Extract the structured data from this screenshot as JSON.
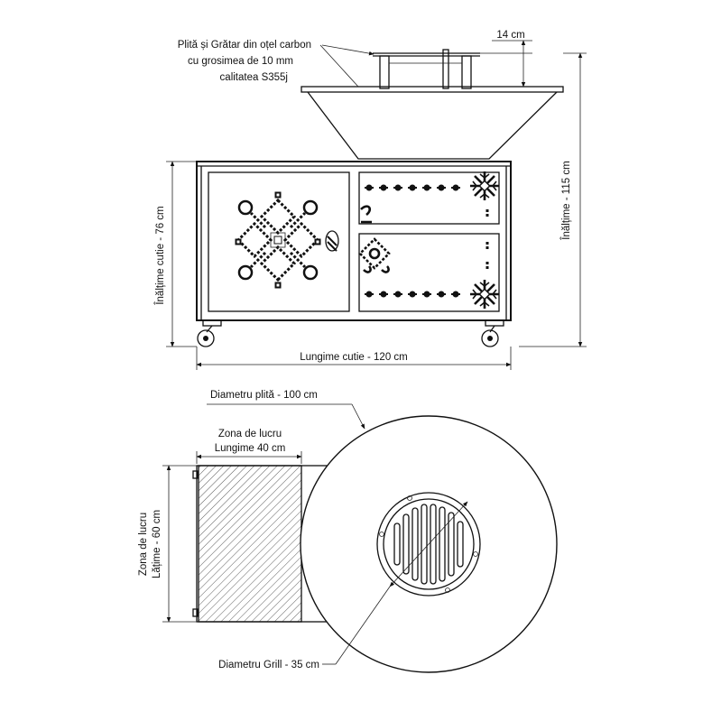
{
  "front_view": {
    "material_label": [
      "Plită și Grătar din oțel carbon",
      "cu grosimea de 10 mm",
      "calitatea S355j"
    ],
    "top_height_label": "14 cm",
    "total_height_label": "Înălțime - 115 cm",
    "box_height_label": "Înălțime cutie - 76 cm",
    "box_length_label": "Lungime cutie - 120 cm"
  },
  "top_view": {
    "plate_diameter_label": "Diametru plită - 100 cm",
    "work_zone_length_label": [
      "Zona de lucru",
      "Lungime 40 cm"
    ],
    "work_zone_width_label": [
      "Zona de lucru",
      "Lățime - 60 cm"
    ],
    "grill_diameter_label": "Diametru Grill - 35 cm"
  },
  "colors": {
    "line": "#111111",
    "background": "#ffffff"
  }
}
